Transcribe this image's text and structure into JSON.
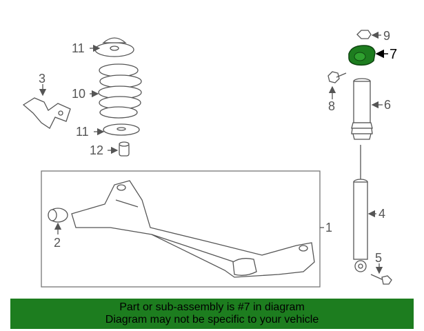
{
  "callouts": [
    {
      "id": "1",
      "label": "1"
    },
    {
      "id": "2",
      "label": "2"
    },
    {
      "id": "3",
      "label": "3"
    },
    {
      "id": "4",
      "label": "4"
    },
    {
      "id": "5",
      "label": "5"
    },
    {
      "id": "6",
      "label": "6"
    },
    {
      "id": "7",
      "label": "7"
    },
    {
      "id": "8",
      "label": "8"
    },
    {
      "id": "9",
      "label": "9"
    },
    {
      "id": "10",
      "label": "10"
    },
    {
      "id": "11a",
      "label": "11"
    },
    {
      "id": "11b",
      "label": "11"
    },
    {
      "id": "12",
      "label": "12"
    }
  ],
  "highlight_part": "7",
  "colors": {
    "highlight": "#1d7d1f",
    "banner_bg": "#1d7d1f",
    "line": "#555555"
  },
  "banner": {
    "line1": "Part or sub-assembly is #7 in diagram",
    "line2": "Diagram may not be specific to your vehicle"
  }
}
